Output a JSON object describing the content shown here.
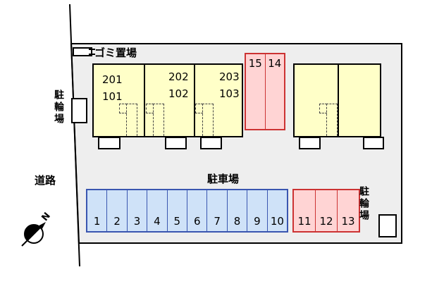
{
  "plan": {
    "labels": {
      "garbage": "ゴミ置場",
      "bicycle_left": "駐輪場",
      "bicycle_right": "駐輪場",
      "road": "道路",
      "parking": "駐車場",
      "north": "N"
    },
    "building1": {
      "units": [
        {
          "upper": "201",
          "lower": "101"
        },
        {
          "upper": "202",
          "lower": "102"
        },
        {
          "upper": "203",
          "lower": "103"
        }
      ]
    },
    "stalls": {
      "top": [
        "15",
        "14"
      ],
      "blue": [
        "1",
        "2",
        "3",
        "4",
        "5",
        "6",
        "7",
        "8",
        "9",
        "10"
      ],
      "pink": [
        "11",
        "12",
        "13"
      ]
    },
    "colors": {
      "ground_fill": "#eeeeee",
      "building_fill": "#ffffc8",
      "blue_fill": "#cfe2f8",
      "blue_border": "#3a56b0",
      "pink_fill": "#ffd4d4",
      "pink_border": "#cc3333"
    }
  }
}
